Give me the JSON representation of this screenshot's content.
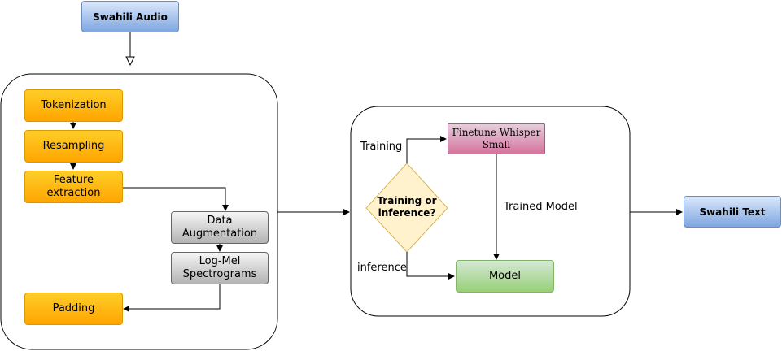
{
  "nodes": {
    "swahili_audio": "Swahili Audio",
    "tokenization": "Tokenization",
    "resampling": "Resampling",
    "feature_extraction_line1": "Feature",
    "feature_extraction_line2": "extraction",
    "data_augmentation_line1": "Data",
    "data_augmentation_line2": "Augmentation",
    "log_mel_line1": "Log-Mel",
    "log_mel_line2": "Spectrograms",
    "padding": "Padding",
    "decision_line1": "Training or",
    "decision_line2": "inference?",
    "finetune_line1": "Finetune Whisper",
    "finetune_line2": "Small",
    "model": "Model",
    "swahili_text": "Swahili Text"
  },
  "edge_labels": {
    "training": "Training",
    "inference": "inference",
    "trained_model": "Trained Model"
  },
  "colors": {
    "orange_fill": "#ffa500",
    "gray_fill": "#b3b3b3",
    "blue_fill": "#7ea6e0",
    "pink_fill": "#d5739d",
    "green_fill": "#97d077",
    "diamond_fill": "#fff2cc",
    "diamond_stroke": "#d6b656",
    "line": "#000000"
  }
}
